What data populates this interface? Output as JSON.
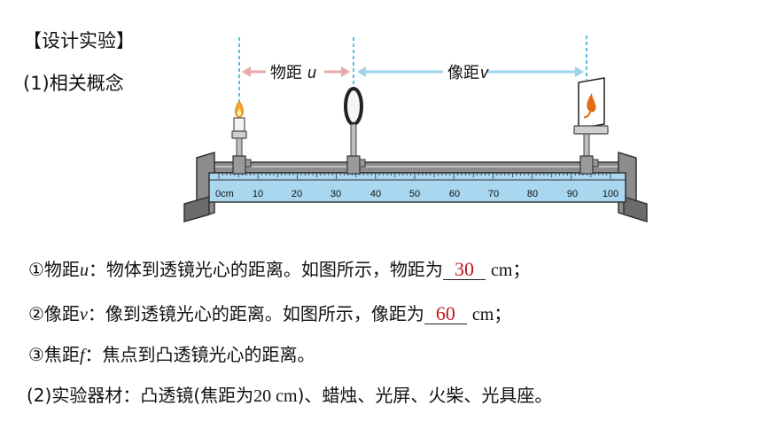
{
  "heading": "【设计实验】",
  "subheading": "(1)相关概念",
  "diagram": {
    "object_distance_label": "物距",
    "object_distance_var": "u",
    "image_distance_label": "像距",
    "image_distance_var": "v",
    "ruler_unit": "0cm",
    "ruler_ticks": [
      "10",
      "20",
      "30",
      "40",
      "50",
      "60",
      "70",
      "80",
      "90",
      "100"
    ]
  },
  "lines": {
    "l1_prefix": "①物距",
    "l1_var": "u",
    "l1_text": "：物体到透镜光心的距离。如图所示，物距为",
    "l1_answer": "30",
    "l1_unit": "cm；",
    "l2_prefix": "②像距",
    "l2_var": "v",
    "l2_text": "：像到透镜光心的距离。如图所示，像距为",
    "l2_answer": "60",
    "l2_unit": "cm；",
    "l3_prefix": "③焦距",
    "l3_var": "f",
    "l3_text": "：焦点到凸透镜光心的距离。",
    "l4_prefix": "(2)实验器材：凸透镜(焦距为",
    "l4_num": "20 cm",
    "l4_text": ")、蜡烛、光屏、火柴、光具座。"
  },
  "colors": {
    "answer": "#c0171c",
    "ruler": "#a9d7ef",
    "dashed_line": "#29a7d6",
    "arrow": "#e8a9a9",
    "arrow_blue": "#9fd3ec"
  }
}
